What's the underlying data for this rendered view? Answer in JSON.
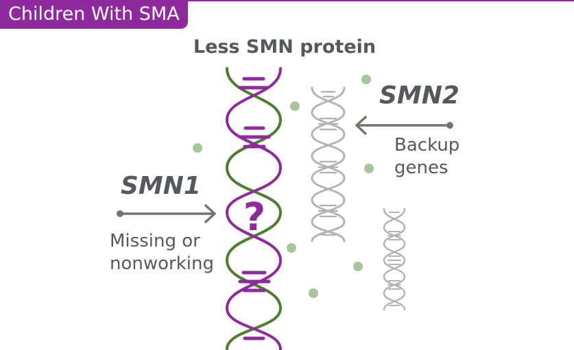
{
  "header": {
    "title": "Children With SMA",
    "accent_color": "#8e2a9d"
  },
  "diagram": {
    "subtitle": "Less SMN protein",
    "smn1": {
      "label": "SMN1",
      "description_lines": [
        "Missing or",
        "nonworking"
      ],
      "helix_symbol": "?"
    },
    "smn2": {
      "label": "SMN2",
      "description_lines": [
        "Backup",
        "genes"
      ]
    },
    "colors": {
      "purple": "#8e2a9d",
      "green": "#4e7d2e",
      "gray_helix": "#b3b3b3",
      "arrow": "#7d716c",
      "dot": "#a9c59c",
      "text": "#55595e"
    }
  }
}
